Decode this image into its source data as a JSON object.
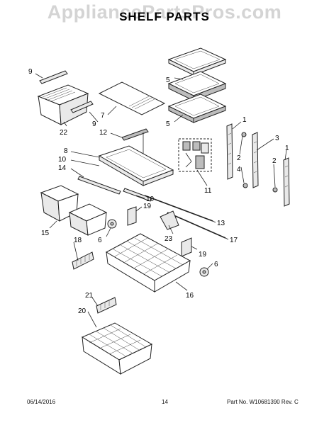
{
  "header": {
    "watermark": "AppliancePartsPros.com",
    "title": "SHELF PARTS"
  },
  "footer": {
    "date": "06/14/2016",
    "page": "14",
    "part_number": "Part No. W10681390  Rev. C"
  },
  "callouts": {
    "c1a": "1",
    "c1b": "1",
    "c2a": "2",
    "c2b": "2",
    "c3": "3",
    "c4": "4",
    "c5a": "5",
    "c5b": "5",
    "c6a": "6",
    "c6b": "6",
    "c7": "7",
    "c8": "8",
    "c9a": "9",
    "c9b": "9",
    "c10a": "10",
    "c10b": "10",
    "c11": "11",
    "c12": "12",
    "c13": "13",
    "c14": "14",
    "c15": "15",
    "c16": "16",
    "c17": "17",
    "c18": "18",
    "c19a": "19",
    "c19b": "19",
    "c20": "20",
    "c21": "21",
    "c22": "22",
    "c23": "23"
  }
}
